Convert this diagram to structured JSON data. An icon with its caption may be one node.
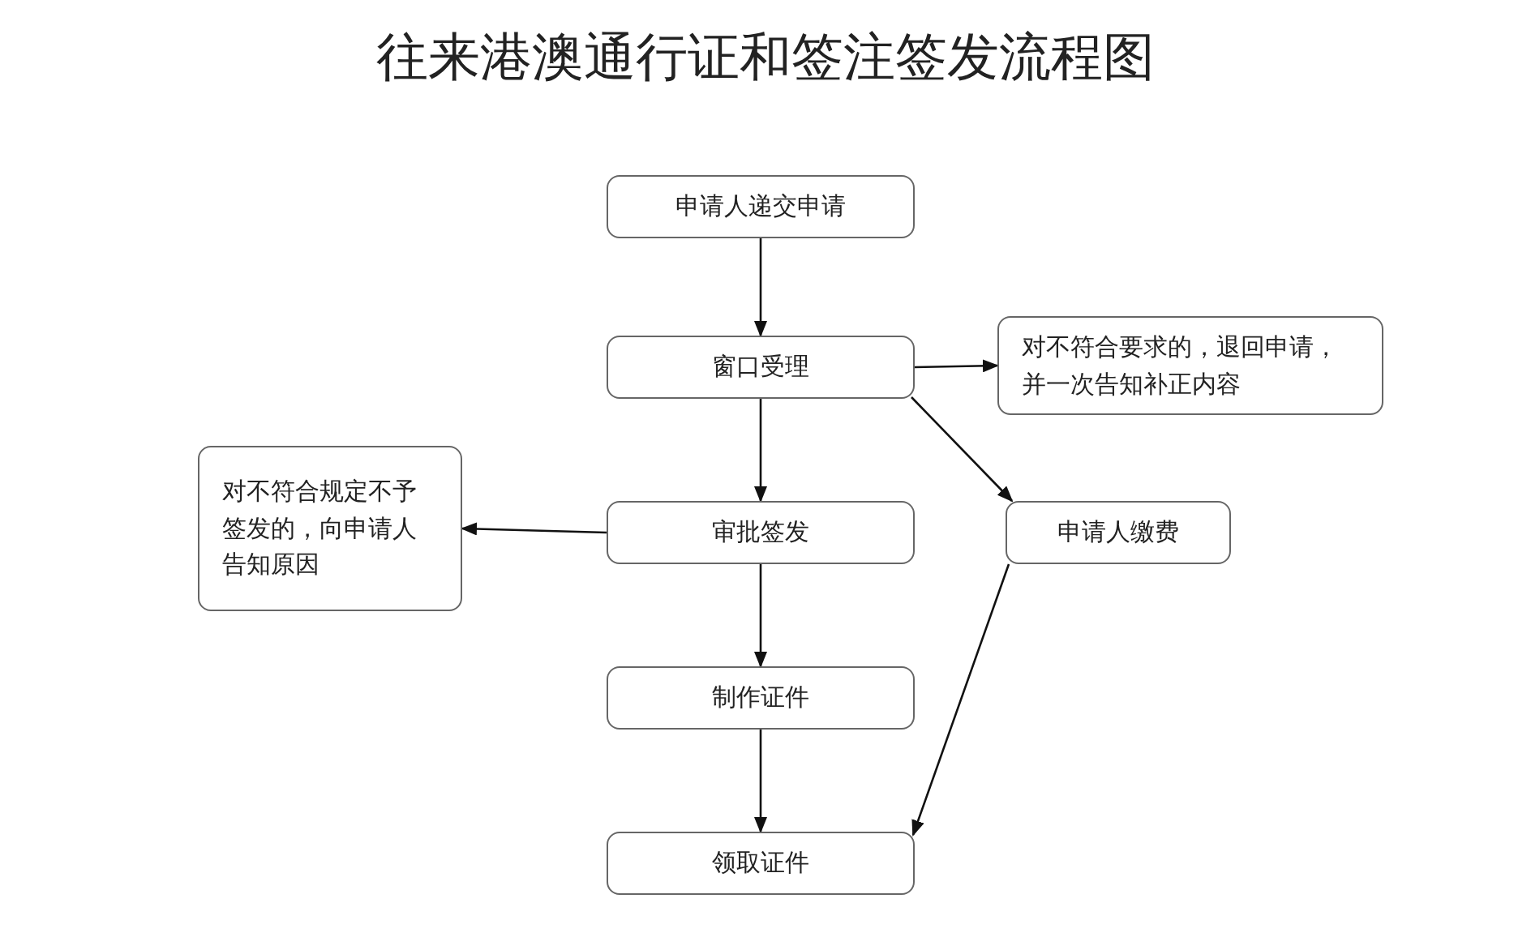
{
  "diagram": {
    "title": "往来港澳通行证和签注签发流程图",
    "nodes": [
      {
        "text": [
          "申请人递交申请"
        ]
      },
      {
        "text": [
          "窗口受理"
        ]
      },
      {
        "text": [
          "对不符合要求的，退回申请，并一次告知补正内容"
        ]
      },
      {
        "text": [
          "审批签发"
        ]
      },
      {
        "text": [
          "申请人缴费"
        ]
      },
      {
        "text": [
          "对不符合规定不予签发的，向申请人告知原因"
        ]
      },
      {
        "text": [
          "制作证件"
        ]
      },
      {
        "text": [
          "领取证件"
        ]
      }
    ],
    "edges": [
      {
        "from": 0,
        "to": 1,
        "arrow": "to"
      },
      {
        "from": 1,
        "to": 2,
        "arrow": "to"
      },
      {
        "from": 1,
        "to": 3,
        "arrow": "to"
      },
      {
        "from": 1,
        "to": 4,
        "arrow": "to"
      },
      {
        "from": 3,
        "to": 5,
        "arrow": "to"
      },
      {
        "from": 3,
        "to": 6,
        "arrow": "to"
      },
      {
        "from": 6,
        "to": 7,
        "arrow": "to"
      },
      {
        "from": 4,
        "to": 7,
        "arrow": "to"
      }
    ]
  }
}
